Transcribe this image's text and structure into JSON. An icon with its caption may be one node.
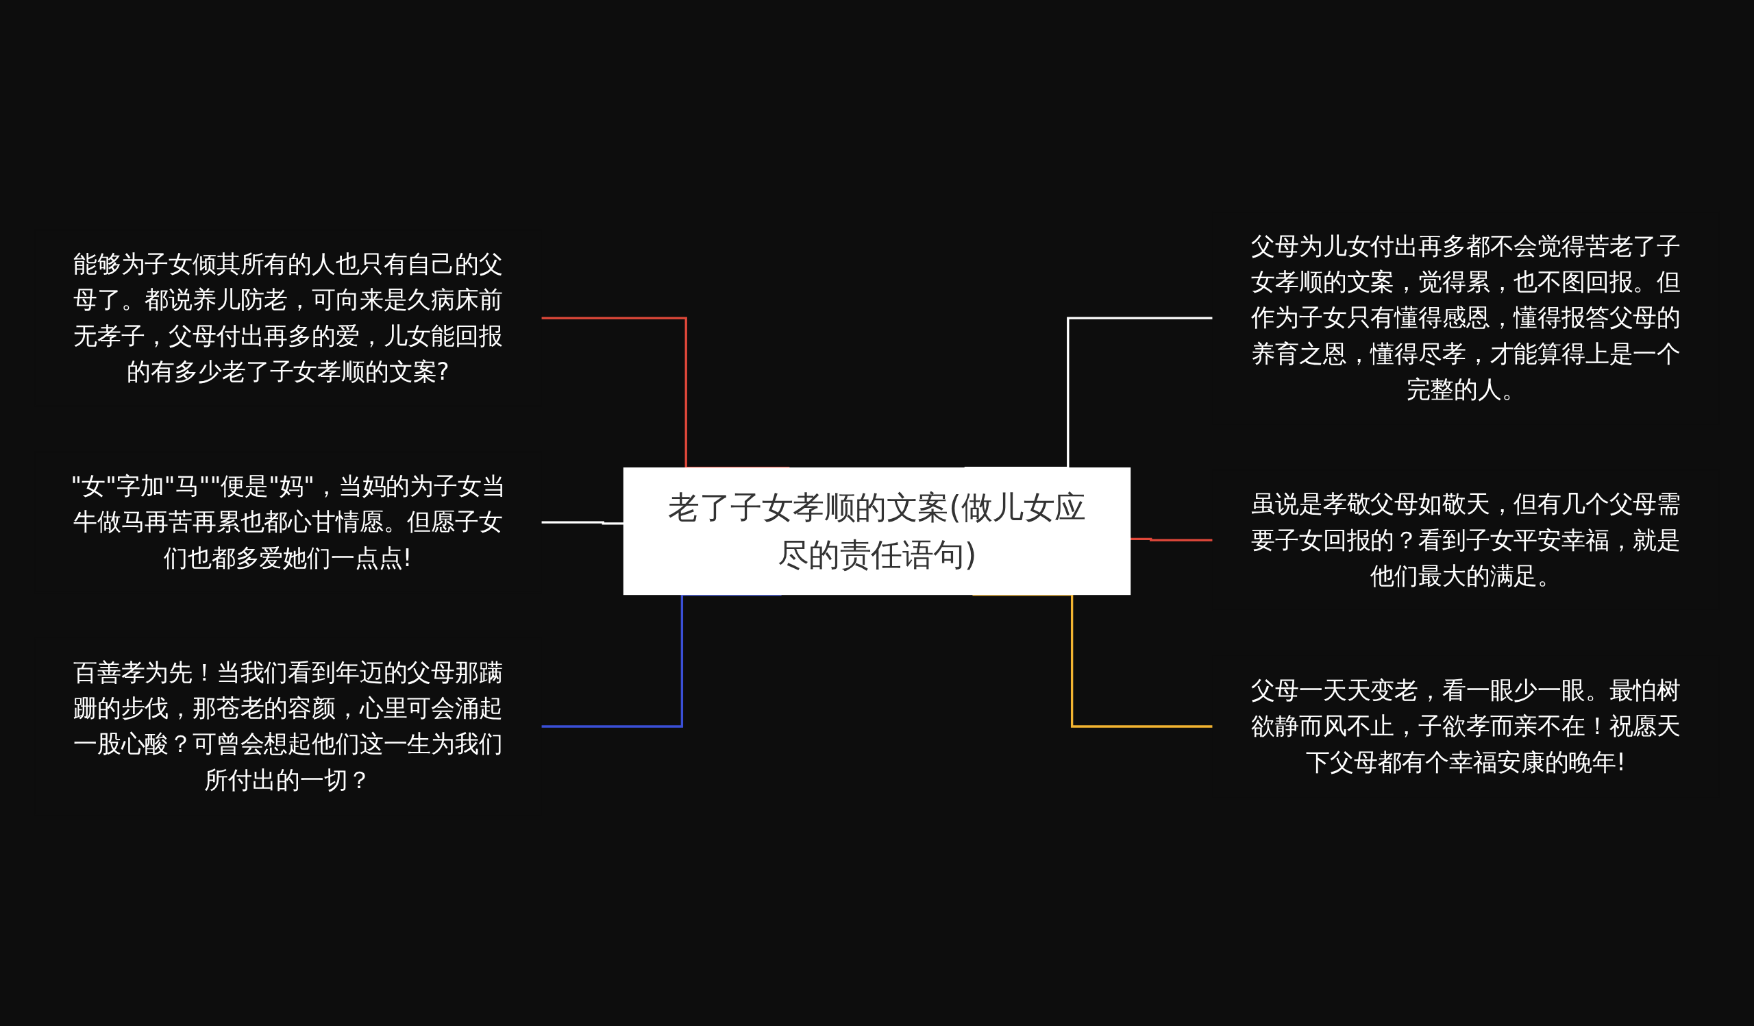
{
  "diagram": {
    "nodes": [
      {
        "text": [
          "老了子女孝顺的文案(做儿女应尽的责任语句)"
        ]
      },
      {
        "text": [
          "能够为子女倾其所有的人也只有自己的父母了。都说养儿防老，可向来是久病床前无孝子，父母付出再多的爱，儿女能回报的有多少老了子女孝顺的文案?"
        ]
      },
      {
        "text": [
          "\"女\"字加\"马\"\"便是\"妈\"，当妈的为子女当牛做马再苦再累也都心甘情愿。但愿子女们也都多爱她们一点点!"
        ]
      },
      {
        "text": [
          "百善孝为先！当我们看到年迈的父母那蹒跚的步伐，那苍老的容颜，心里可会涌起一股心酸？可曾会想起他们这一生为我们所付出的一切？"
        ]
      },
      {
        "text": [
          "父母为儿女付出再多都不会觉得苦老了子女孝顺的文案，觉得累，也不图回报。但作为子女只有懂得感恩，懂得报答父母的养育之恩，懂得尽孝，才能算得上是一个完整的人。"
        ]
      },
      {
        "text": [
          "虽说是孝敬父母如敬天，但有几个父母需要子女回报的？看到子女平安幸福，就是他们最大的满足。"
        ]
      },
      {
        "text": [
          "父母一天天变老，看一眼少一眼。最怕树欲静而风不止，子欲孝而亲不在！祝愿天下父母都有个幸福安康的晚年!"
        ]
      }
    ],
    "edges": [
      {
        "from": 0,
        "to": 1,
        "arrow": "none",
        "color": "#e0483a"
      },
      {
        "from": 0,
        "to": 2,
        "arrow": "none",
        "color": "#ffffff"
      },
      {
        "from": 0,
        "to": 3,
        "arrow": "none",
        "color": "#3a4fd6"
      },
      {
        "from": 0,
        "to": 4,
        "arrow": "none",
        "color": "#ffffff"
      },
      {
        "from": 0,
        "to": 5,
        "arrow": "none",
        "color": "#e0483a"
      },
      {
        "from": 0,
        "to": 6,
        "arrow": "none",
        "color": "#f2b431"
      }
    ]
  }
}
